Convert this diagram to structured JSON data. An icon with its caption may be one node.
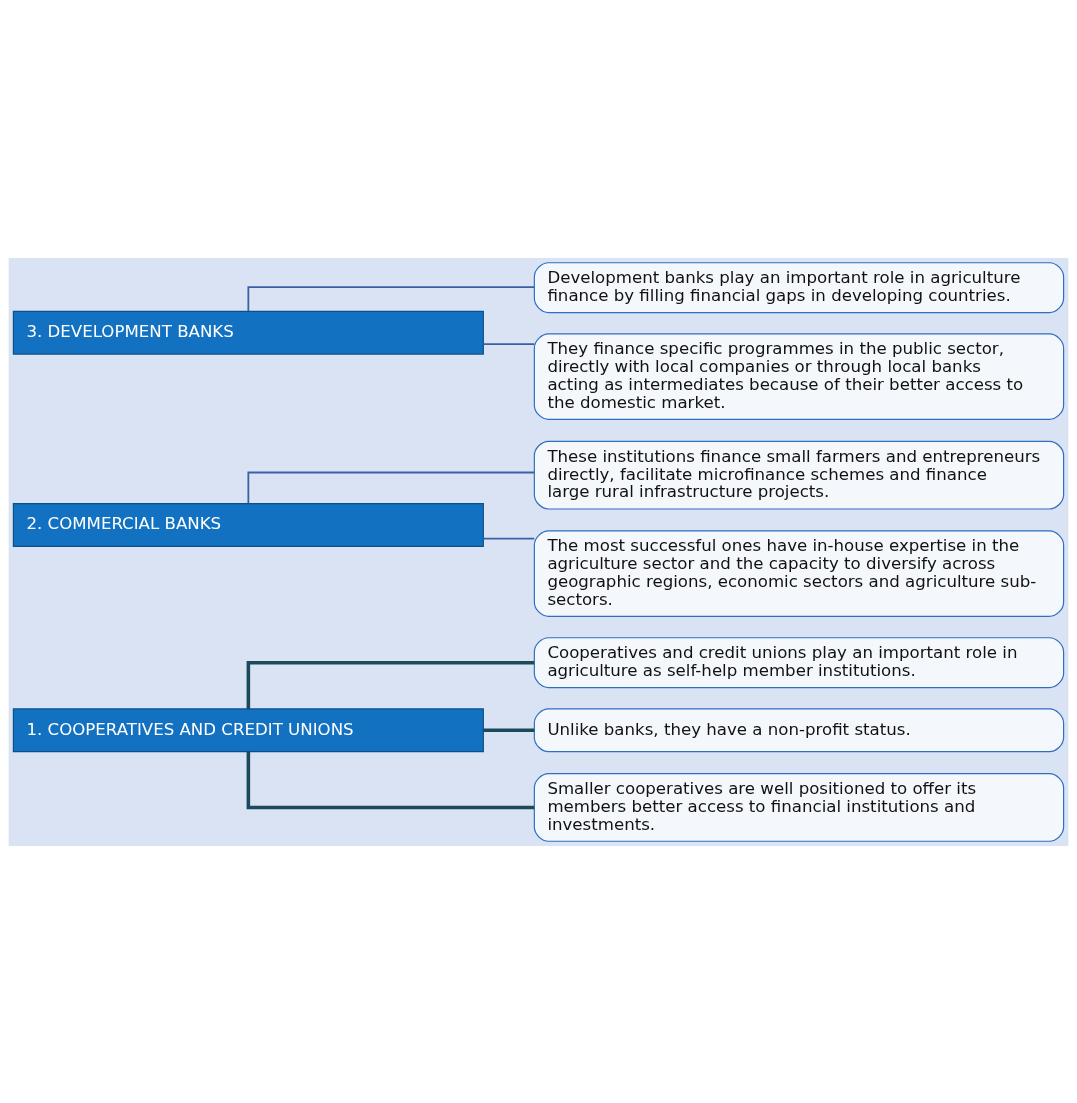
{
  "diagram": {
    "nodes": [
      {
        "text": [
          "1. COOPERATIVES AND CREDIT UNIONS"
        ]
      },
      {
        "text": [
          "Cooperatives and credit unions play an important role in agriculture as self-help member institutions."
        ]
      },
      {
        "text": [
          "Unlike banks, they have a non-profit status."
        ]
      },
      {
        "text": [
          "Smaller cooperatives are well positioned to offer its members better access to financial institutions and investments."
        ]
      },
      {
        "text": [
          "2. COMMERCIAL BANKS"
        ]
      },
      {
        "text": [
          "These institutions finance small farmers and entrepreneurs directly, facilitate microfinance schemes and finance large rural infrastructure projects."
        ]
      },
      {
        "text": [
          "The most successful ones have in-house expertise in the agriculture sector and the capacity to diversify across geographic regions, economic sectors and agriculture sub-sectors."
        ]
      },
      {
        "text": [
          "3. DEVELOPMENT BANKS"
        ]
      },
      {
        "text": [
          "Development banks play an important role in agriculture finance by filling financial gaps in developing countries."
        ]
      },
      {
        "text": [
          "They finance specific programmes in the public sector, directly with local companies or through local banks acting as intermediates because of their better access to the domestic market."
        ]
      }
    ],
    "edges": [
      {
        "from": 0,
        "to": 1,
        "arrow": "none",
        "style": "thick",
        "color": "#1a4a5c"
      },
      {
        "from": 0,
        "to": 2,
        "arrow": "none",
        "style": "thick",
        "color": "#1a4a5c"
      },
      {
        "from": 0,
        "to": 3,
        "arrow": "none",
        "style": "thick",
        "color": "#1a4a5c"
      },
      {
        "from": 4,
        "to": 5,
        "arrow": "none"
      },
      {
        "from": 4,
        "to": 6,
        "arrow": "none"
      },
      {
        "from": 7,
        "to": 8,
        "arrow": "none"
      },
      {
        "from": 7,
        "to": 9,
        "arrow": "none"
      }
    ]
  }
}
